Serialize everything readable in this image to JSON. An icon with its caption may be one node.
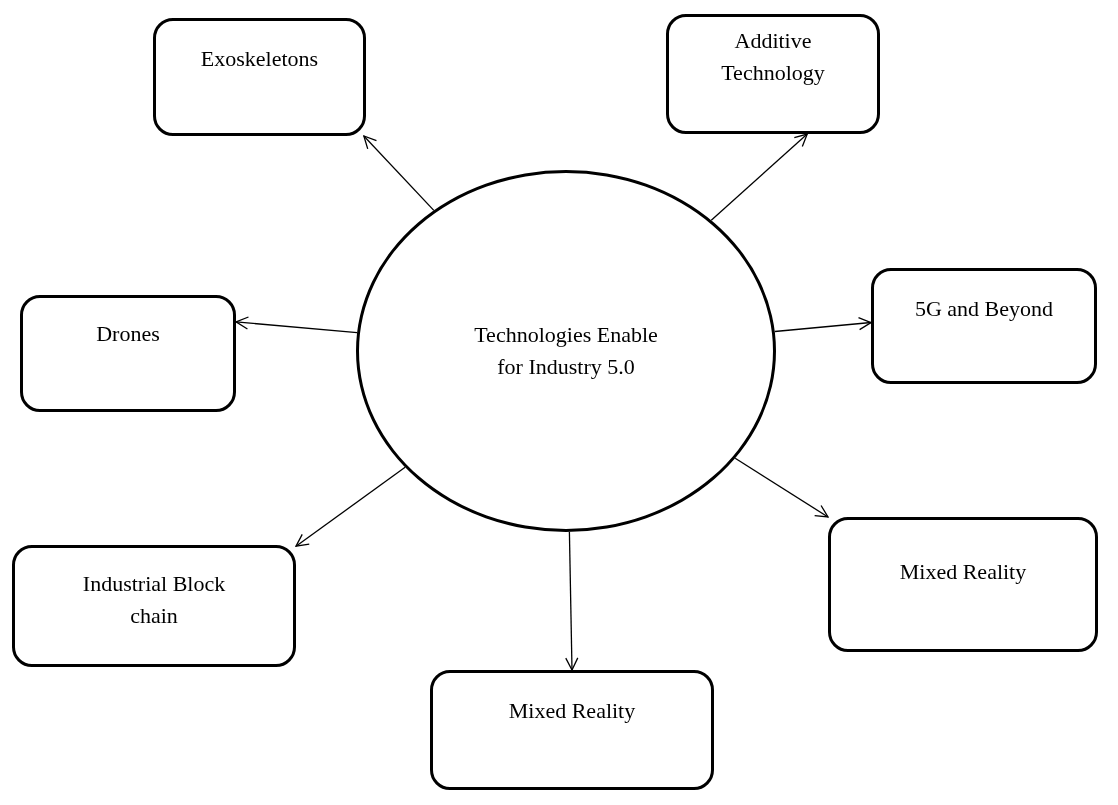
{
  "diagram": {
    "nodes": [
      {
        "text": [
          "Technologies Enable for Industry 5.0"
        ]
      },
      {
        "text": [
          "Exoskeletons"
        ]
      },
      {
        "text": [
          "Additive Technology"
        ]
      },
      {
        "text": [
          "Drones"
        ]
      },
      {
        "text": [
          "5G and Beyond"
        ]
      },
      {
        "text": [
          "Industrial Block chain"
        ]
      },
      {
        "text": [
          "Mixed Reality"
        ]
      },
      {
        "text": [
          "Mixed Reality"
        ]
      }
    ],
    "edges": [
      {
        "from": 0,
        "to": 1,
        "arrow": "to"
      },
      {
        "from": 0,
        "to": 2,
        "arrow": "to"
      },
      {
        "from": 0,
        "to": 3,
        "arrow": "to"
      },
      {
        "from": 0,
        "to": 4,
        "arrow": "to"
      },
      {
        "from": 0,
        "to": 5,
        "arrow": "to"
      },
      {
        "from": 0,
        "to": 6,
        "arrow": "to"
      },
      {
        "from": 0,
        "to": 7,
        "arrow": "to"
      }
    ]
  }
}
